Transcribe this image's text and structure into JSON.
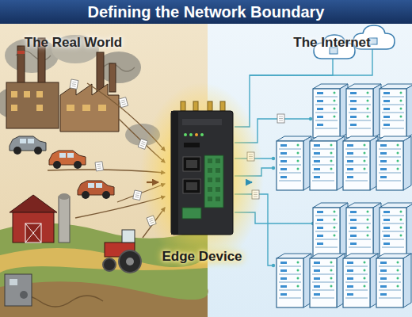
{
  "diagram": {
    "title": "Defining the Network Boundary",
    "nodes": [
      {
        "text": [
          "The Real World"
        ]
      },
      {
        "text": [
          "Edge Device"
        ]
      },
      {
        "text": [
          "The Internet"
        ]
      }
    ],
    "edges": [
      {
        "from": 0,
        "to": 1,
        "arrow": "to"
      },
      {
        "from": 1,
        "to": 2,
        "arrow": "to"
      }
    ]
  }
}
